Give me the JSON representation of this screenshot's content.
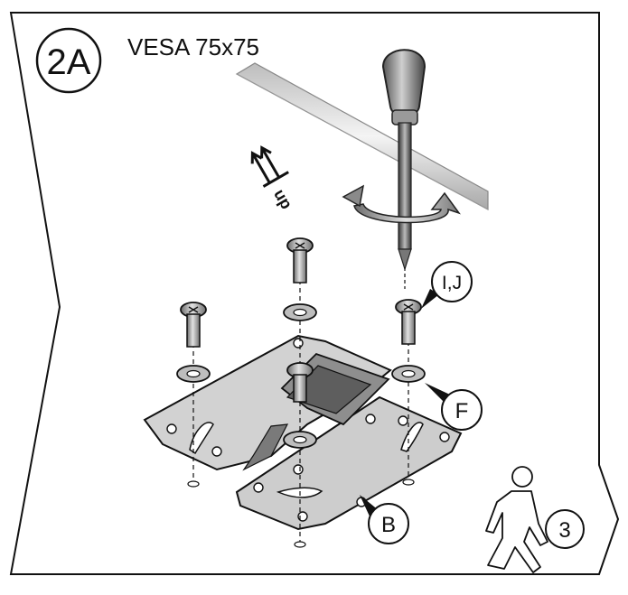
{
  "step": {
    "number": "2A",
    "title": "VESA 75x75"
  },
  "orientation": {
    "label": "up"
  },
  "callouts": {
    "screws": "I,J",
    "washers": "F",
    "bracket": "B"
  },
  "next_step": {
    "number": "3"
  },
  "colors": {
    "outline": "#111111",
    "plate_fill": "#cfcfcf",
    "plate_dark": "#8a8a8a",
    "screw_fill": "#b5b5b5",
    "rail": "#e6e6e6"
  }
}
